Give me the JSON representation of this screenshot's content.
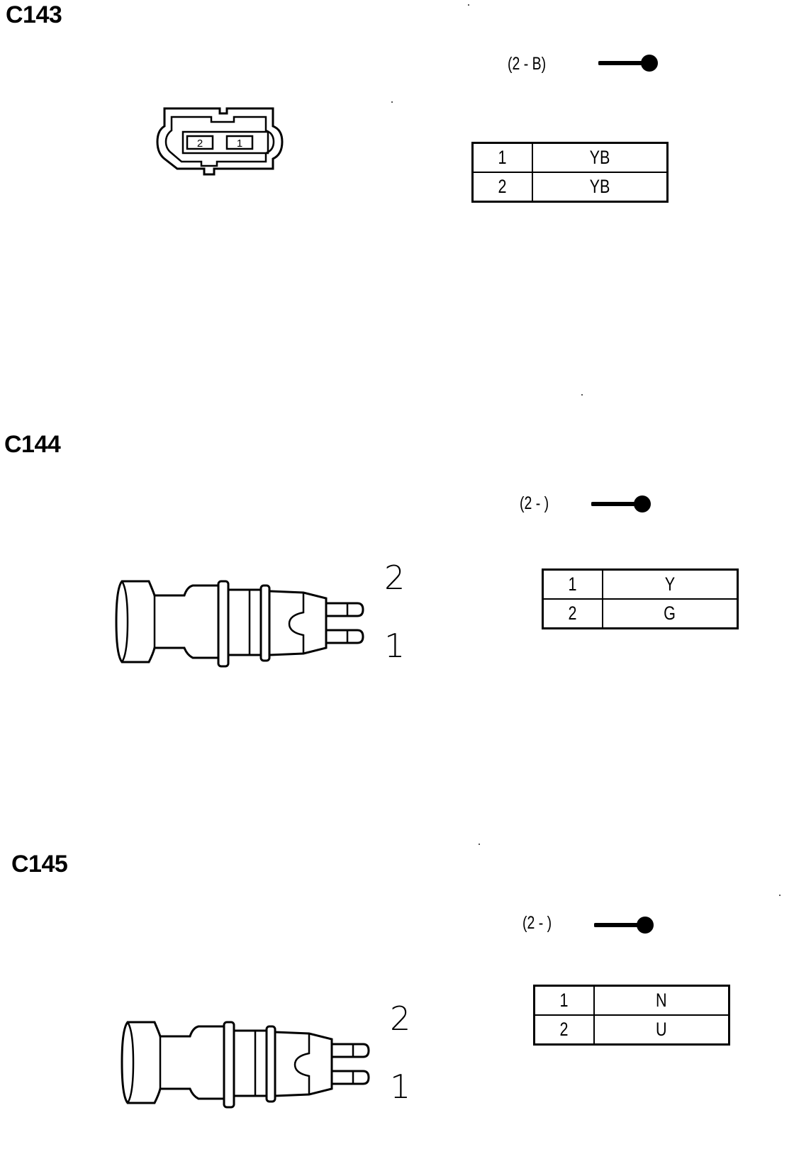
{
  "connectors": [
    {
      "id": "C143",
      "pin_code": "(2 - B)",
      "pins": [
        {
          "number": "1",
          "color": "YB"
        },
        {
          "number": "2",
          "color": "YB"
        }
      ],
      "face_pin_labels": [
        "2",
        "1"
      ]
    },
    {
      "id": "C144",
      "pin_code": "(2 - )",
      "pins": [
        {
          "number": "1",
          "color": "Y"
        },
        {
          "number": "2",
          "color": "G"
        }
      ],
      "side_pin_labels": [
        "2",
        "1"
      ]
    },
    {
      "id": "C145",
      "pin_code": "(2 - )",
      "pins": [
        {
          "number": "1",
          "color": "N"
        },
        {
          "number": "2",
          "color": "U"
        }
      ],
      "side_pin_labels": [
        "2",
        "1"
      ]
    }
  ]
}
